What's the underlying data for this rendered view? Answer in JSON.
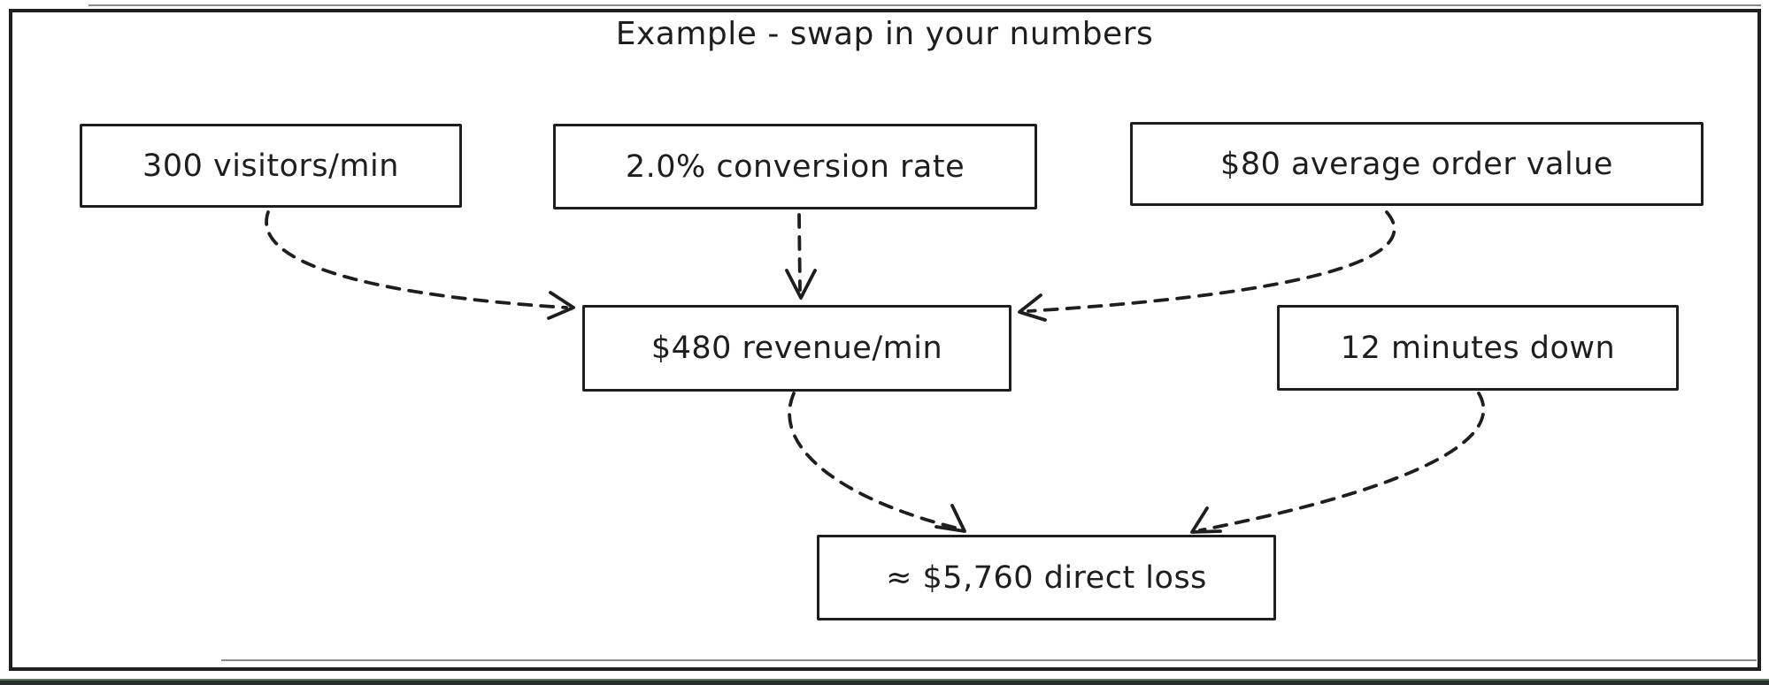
{
  "title": "Example - swap in your numbers",
  "canvas": {
    "background": "#ffffff",
    "ink": "#1e1e1e"
  },
  "nodes": [
    {
      "id": "visitors",
      "label": "300 visitors/min"
    },
    {
      "id": "conversion",
      "label": "2.0% conversion rate"
    },
    {
      "id": "aov",
      "label": "$80 average order value"
    },
    {
      "id": "revenue",
      "label": "$480 revenue/min"
    },
    {
      "id": "downtime",
      "label": "12 minutes down"
    },
    {
      "id": "loss",
      "label": "≈ $5,760 direct loss"
    }
  ],
  "edges": [
    {
      "from": "visitors",
      "to": "revenue",
      "style": "dashed"
    },
    {
      "from": "conversion",
      "to": "revenue",
      "style": "dashed"
    },
    {
      "from": "aov",
      "to": "revenue",
      "style": "dashed"
    },
    {
      "from": "revenue",
      "to": "loss",
      "style": "dashed"
    },
    {
      "from": "downtime",
      "to": "loss",
      "style": "dashed"
    }
  ],
  "bottom_bar": {
    "top_line": "#5a735c",
    "fill": "#2b2b2b"
  }
}
